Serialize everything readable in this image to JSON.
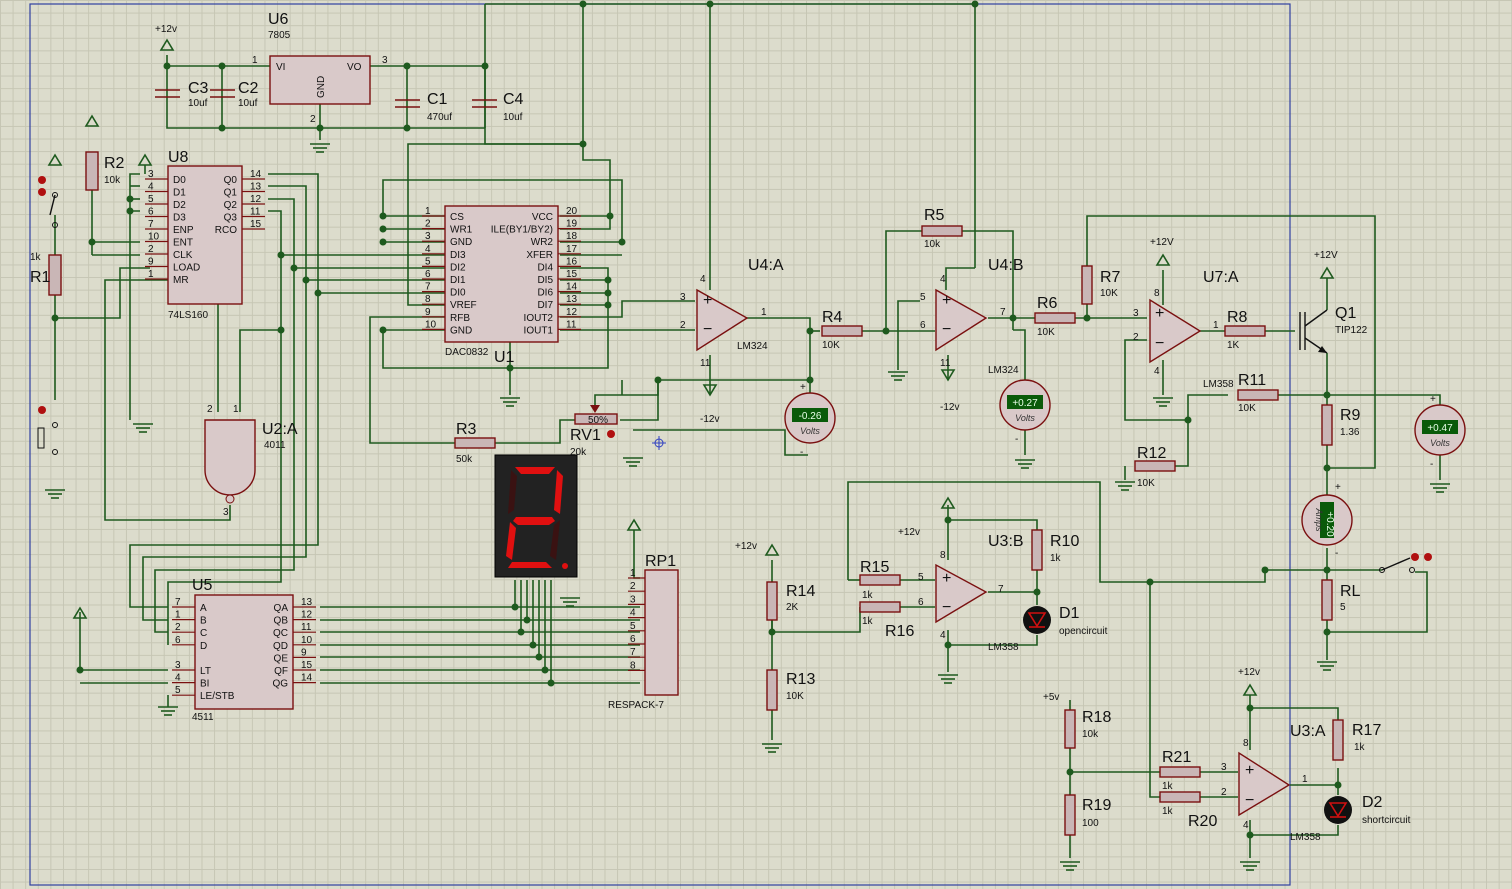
{
  "schematic": {
    "components": {
      "u6": {
        "ref": "U6",
        "part": "7805",
        "vi": "VI",
        "vo": "VO",
        "gnd": "GND",
        "p1": "1",
        "p2": "2",
        "p3": "3"
      },
      "c3": {
        "ref": "C3",
        "val": "10uf"
      },
      "c2": {
        "ref": "C2",
        "val": "10uf"
      },
      "c1": {
        "ref": "C1",
        "val": "470uf"
      },
      "c4": {
        "ref": "C4",
        "val": "10uf"
      },
      "r2": {
        "ref": "R2",
        "val": "10k"
      },
      "r1": {
        "ref": "R1",
        "val": "1k"
      },
      "u8": {
        "ref": "U8",
        "part": "74LS160",
        "left": [
          "D0",
          "D1",
          "D2",
          "D3",
          "ENP",
          "ENT",
          "CLK",
          "LOAD",
          "MR"
        ],
        "leftpins": [
          "3",
          "4",
          "5",
          "6",
          "7",
          "10",
          "2",
          "9",
          "1"
        ],
        "right": [
          "Q0",
          "Q1",
          "Q2",
          "Q3",
          "RCO"
        ],
        "rightpins": [
          "14",
          "13",
          "12",
          "11",
          "15"
        ]
      },
      "u1": {
        "ref": "U1",
        "part": "DAC0832",
        "left": [
          "CS",
          "WR1",
          "GND",
          "DI3",
          "DI2",
          "DI1",
          "DI0",
          "VREF",
          "RFB",
          "GND"
        ],
        "leftpins": [
          "1",
          "2",
          "3",
          "4",
          "5",
          "6",
          "7",
          "8",
          "9",
          "10"
        ],
        "right": [
          "VCC",
          "ILE(BY1/BY2)",
          "WR2",
          "XFER",
          "DI4",
          "DI5",
          "DI6",
          "DI7",
          "IOUT2",
          "IOUT1"
        ],
        "rightpins": [
          "20",
          "19",
          "18",
          "17",
          "16",
          "15",
          "14",
          "13",
          "12",
          "11"
        ]
      },
      "u2a": {
        "ref": "U2:A",
        "part": "4011",
        "p1": "1",
        "p2": "2",
        "p3": "3"
      },
      "u5": {
        "ref": "U5",
        "part": "4511",
        "left": [
          "A",
          "B",
          "C",
          "D",
          "LT",
          "BI",
          "LE/STB"
        ],
        "leftpins": [
          "7",
          "1",
          "2",
          "6",
          "3",
          "4",
          "5"
        ],
        "right": [
          "QA",
          "QB",
          "QC",
          "QD",
          "QE",
          "QF",
          "QG"
        ],
        "rightpins": [
          "13",
          "12",
          "11",
          "10",
          "9",
          "15",
          "14"
        ]
      },
      "rp1": {
        "ref": "RP1",
        "part": "RESPACK-7",
        "pins": [
          "1",
          "2",
          "3",
          "4",
          "5",
          "6",
          "7",
          "8"
        ]
      },
      "r3": {
        "ref": "R3",
        "val": "50k"
      },
      "rv1": {
        "ref": "RV1",
        "val": "20k",
        "pct": "50%"
      },
      "u4a": {
        "ref": "U4:A",
        "part": "LM324",
        "p1": "1",
        "p2": "2",
        "p3": "3",
        "p4": "4",
        "p11": "11"
      },
      "u4b": {
        "ref": "U4:B",
        "part": "LM324",
        "p5": "5",
        "p6": "6",
        "p7": "7",
        "p4": "4",
        "p11": "11"
      },
      "r4": {
        "ref": "R4",
        "val": "10K"
      },
      "r5": {
        "ref": "R5",
        "val": "10k"
      },
      "r6": {
        "ref": "R6",
        "val": "10K"
      },
      "r7": {
        "ref": "R7",
        "val": "10K"
      },
      "u7a": {
        "ref": "U7:A",
        "part": "LM358",
        "p1": "1",
        "p2": "2",
        "p3": "3",
        "p4": "4",
        "p8": "8"
      },
      "r8": {
        "ref": "R8",
        "val": "1K"
      },
      "q1": {
        "ref": "Q1",
        "part": "TIP122"
      },
      "r11": {
        "ref": "R11",
        "val": "10K"
      },
      "r12": {
        "ref": "R12",
        "val": "10K"
      },
      "r9": {
        "ref": "R9",
        "val": "1.36"
      },
      "rl": {
        "ref": "RL",
        "val": "5"
      },
      "u3b": {
        "ref": "U3:B",
        "part": "LM358",
        "p5": "5",
        "p6": "6",
        "p7": "7",
        "p4": "4",
        "p8": "8"
      },
      "r10": {
        "ref": "R10",
        "val": "1k"
      },
      "d1": {
        "ref": "D1",
        "desc": "opencircuit"
      },
      "r15": {
        "ref": "R15",
        "val": "1k"
      },
      "r16": {
        "ref": "R16",
        "val": "1k"
      },
      "r14": {
        "ref": "R14",
        "val": "2K"
      },
      "r13": {
        "ref": "R13",
        "val": "10K"
      },
      "r18": {
        "ref": "R18",
        "val": "10k"
      },
      "r19": {
        "ref": "R19",
        "val": "100"
      },
      "r21": {
        "ref": "R21",
        "val": "1k"
      },
      "r20": {
        "ref": "R20",
        "val": "1k"
      },
      "u3a": {
        "ref": "U3:A",
        "part": "LM358",
        "p1": "1",
        "p2": "2",
        "p3": "3",
        "p4": "4",
        "p8": "8"
      },
      "r17": {
        "ref": "R17",
        "val": "1k"
      },
      "d2": {
        "ref": "D2",
        "desc": "shortcircuit"
      }
    },
    "meters": {
      "v1": {
        "value": "-0.26",
        "unit": "Volts"
      },
      "v2": {
        "value": "+0.27",
        "unit": "Volts"
      },
      "v3": {
        "value": "+0.47",
        "unit": "Volts"
      },
      "a1": {
        "value": "+0.20",
        "unit": "Amps"
      }
    },
    "display": {
      "digit": "2"
    },
    "power": {
      "p12": "+12v",
      "p12V": "+12V",
      "n12": "-12v",
      "p5": "+5v",
      "plus": "+",
      "minus": "-"
    },
    "colors": {
      "wire": "#1e5a1e",
      "component": "#7a1010",
      "grid": "#dcdccc",
      "meter": "#0a5a0a",
      "segment": "#e01010"
    }
  }
}
